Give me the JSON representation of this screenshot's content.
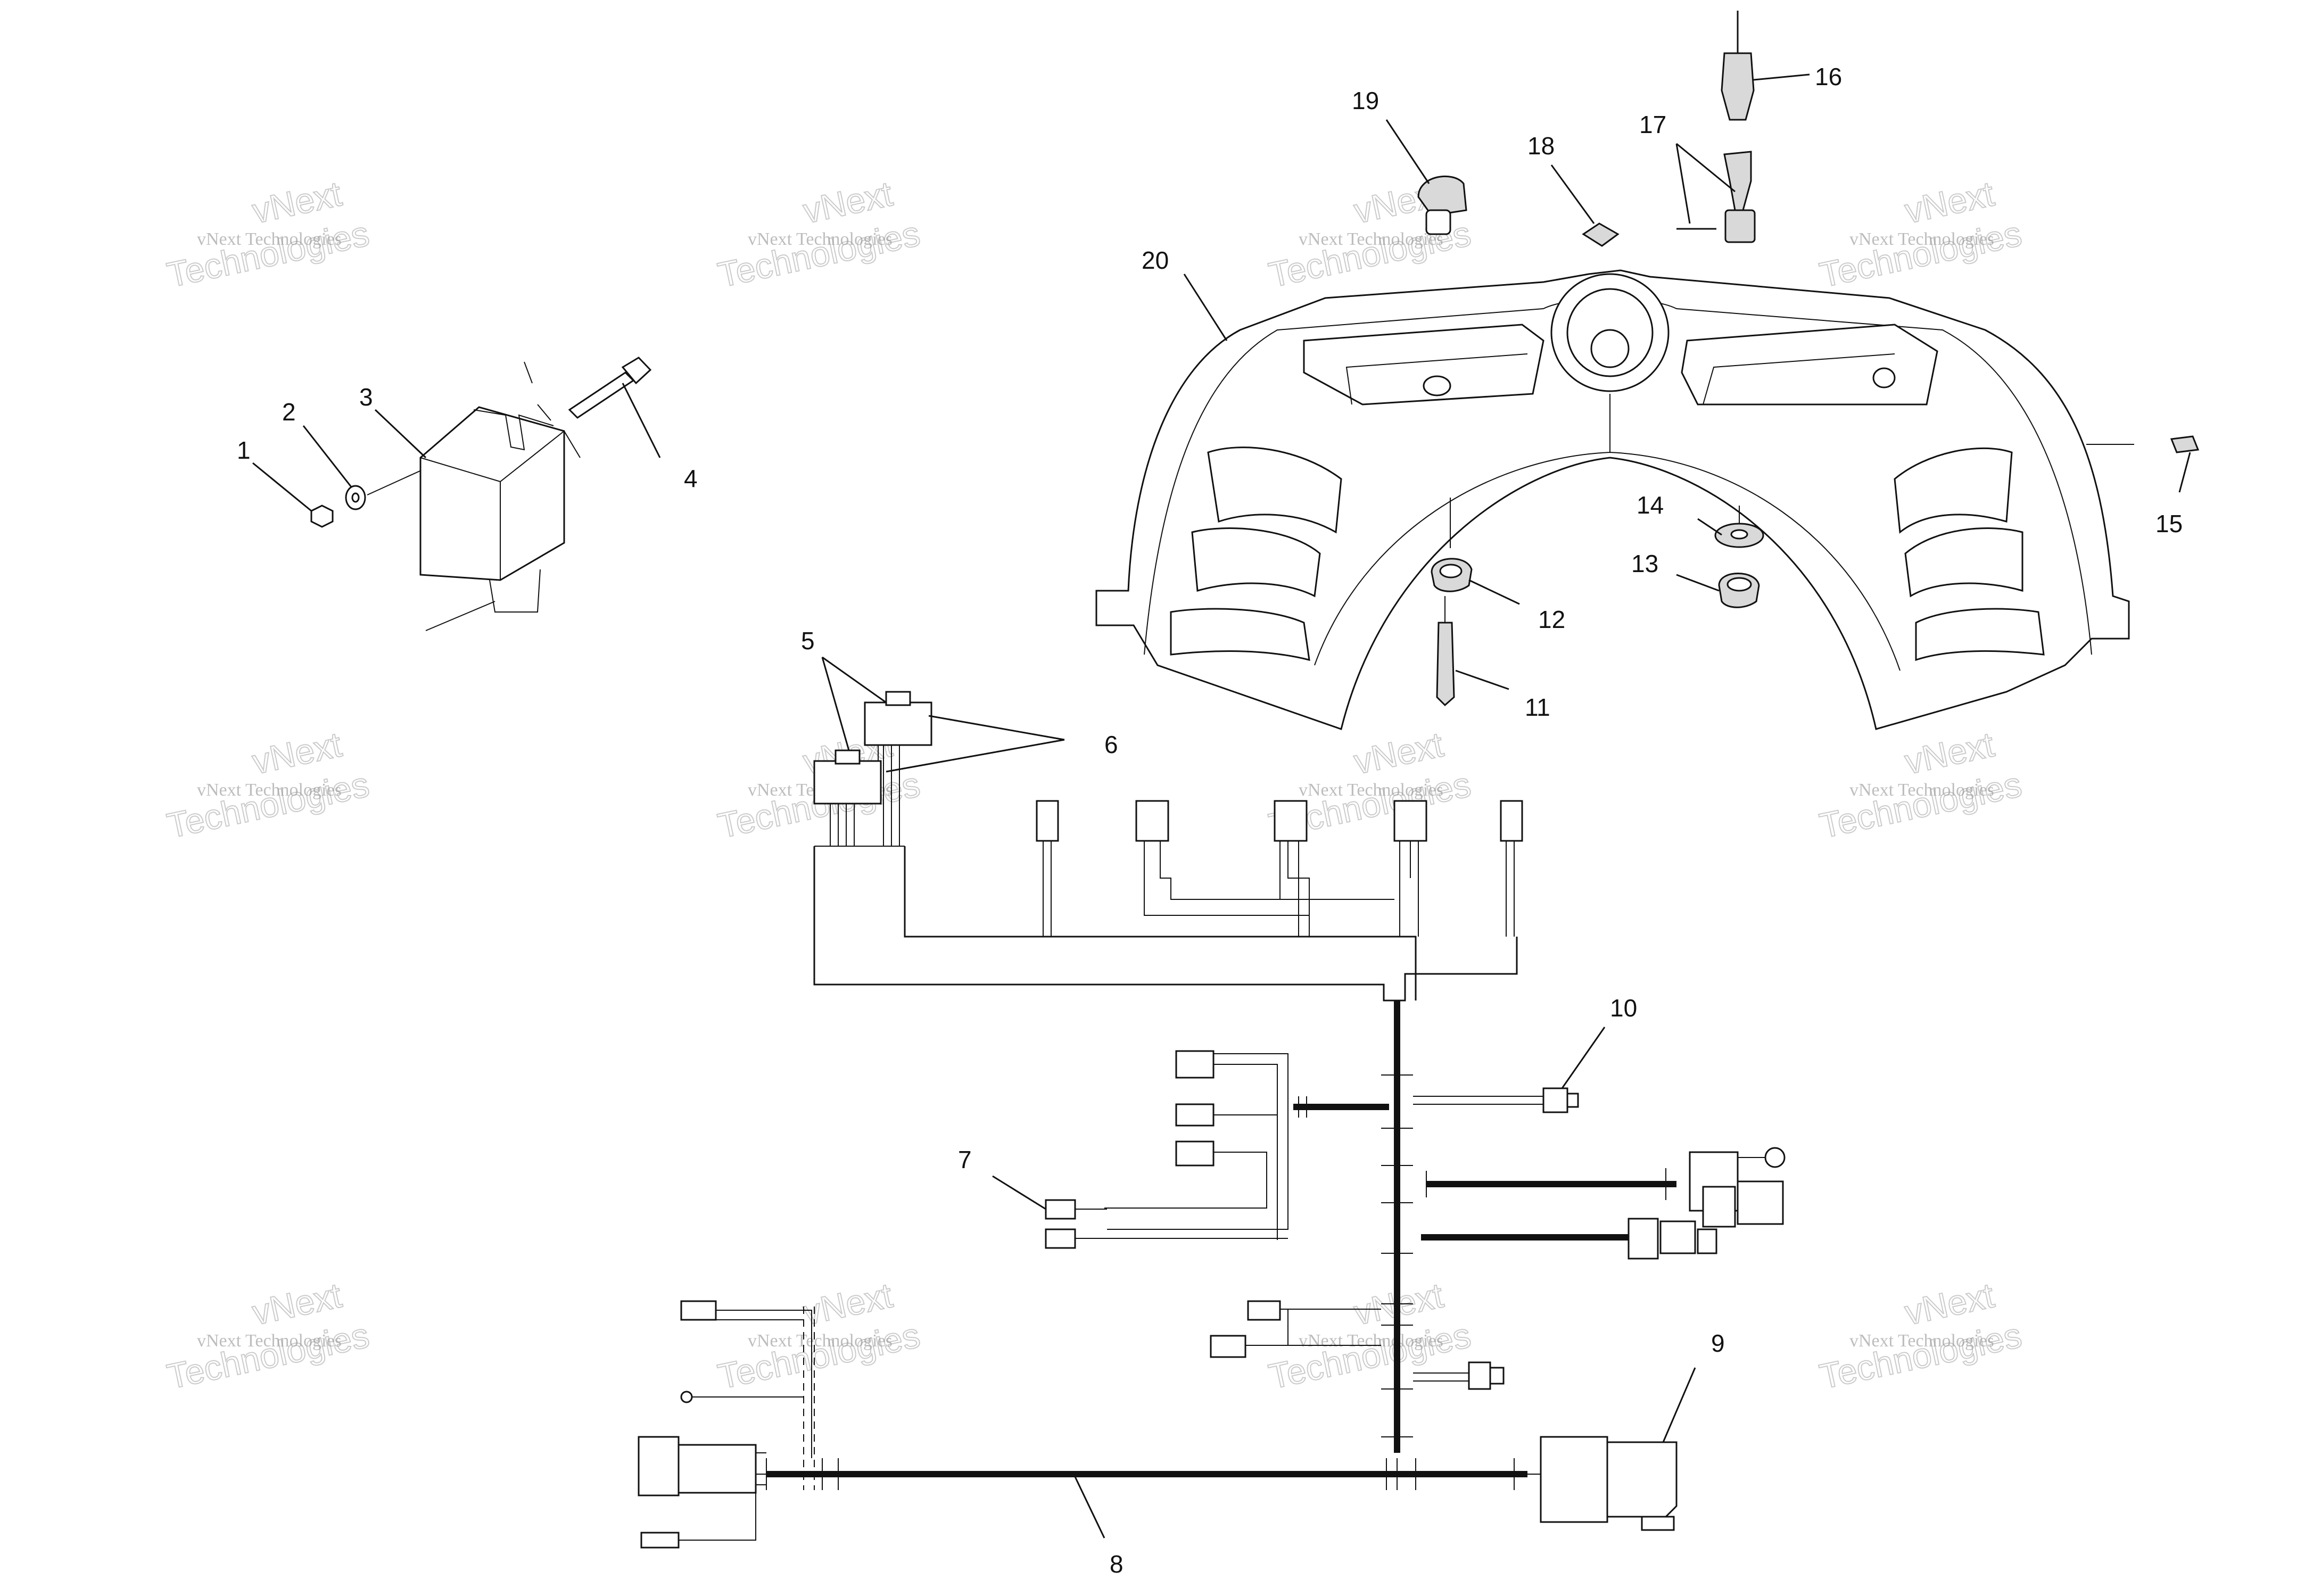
{
  "callouts": [
    {
      "id": "1",
      "text": "1"
    },
    {
      "id": "2",
      "text": "2"
    },
    {
      "id": "3",
      "text": "3"
    },
    {
      "id": "4",
      "text": "4"
    },
    {
      "id": "5",
      "text": "5"
    },
    {
      "id": "6",
      "text": "6"
    },
    {
      "id": "7",
      "text": "7"
    },
    {
      "id": "8",
      "text": "8"
    },
    {
      "id": "9",
      "text": "9"
    },
    {
      "id": "10",
      "text": "10"
    },
    {
      "id": "11",
      "text": "11"
    },
    {
      "id": "12",
      "text": "12"
    },
    {
      "id": "13",
      "text": "13"
    },
    {
      "id": "14",
      "text": "14"
    },
    {
      "id": "15",
      "text": "15"
    },
    {
      "id": "16",
      "text": "16"
    },
    {
      "id": "17",
      "text": "17"
    },
    {
      "id": "18",
      "text": "18"
    },
    {
      "id": "19",
      "text": "19"
    },
    {
      "id": "20",
      "text": "20"
    }
  ],
  "watermark": {
    "line1": "vNext Technologies",
    "line2_top": "vNext",
    "line2_bottom": "Technologies"
  }
}
